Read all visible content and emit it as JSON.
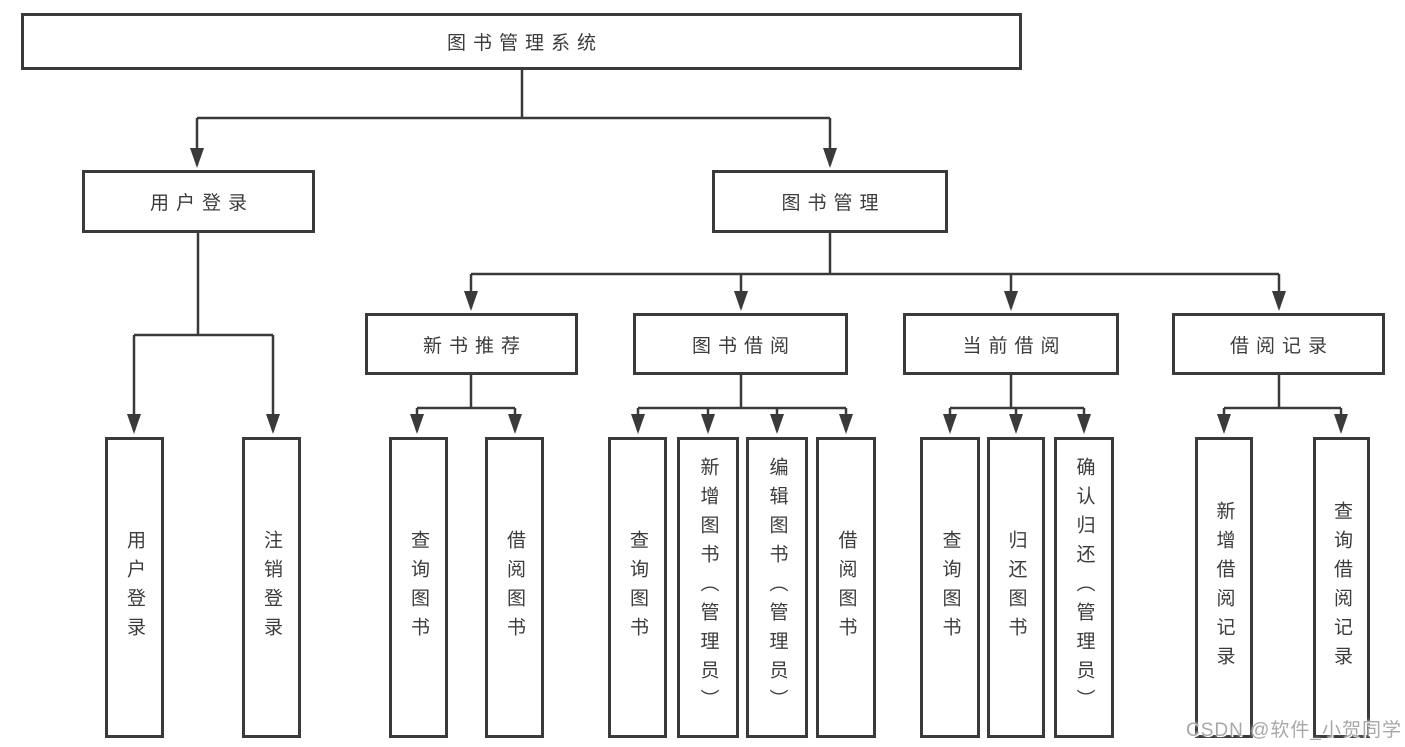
{
  "diagram": {
    "root": {
      "label": "图书管理系统"
    },
    "login_branch": {
      "label": "用户登录",
      "children": [
        {
          "label": "用户登录"
        },
        {
          "label": "注销登录"
        }
      ]
    },
    "mgmt_branch": {
      "label": "图书管理",
      "sections": [
        {
          "label": "新书推荐",
          "children": [
            {
              "label": "查询图书"
            },
            {
              "label": "借阅图书"
            }
          ]
        },
        {
          "label": "图书借阅",
          "children": [
            {
              "label": "查询图书"
            },
            {
              "label": "新增图书（管理员）"
            },
            {
              "label": "编辑图书（管理员）"
            },
            {
              "label": "借阅图书"
            }
          ]
        },
        {
          "label": "当前借阅",
          "children": [
            {
              "label": "查询图书"
            },
            {
              "label": "归还图书"
            },
            {
              "label": "确认归还（管理员）"
            }
          ]
        },
        {
          "label": "借阅记录",
          "children": [
            {
              "label": "新增借阅记录"
            },
            {
              "label": "查询借阅记录"
            }
          ]
        }
      ]
    }
  },
  "watermark": {
    "text": "CSDN @软件_小贺同学"
  },
  "colors": {
    "line": "#3a3a3a",
    "box_border": "#3a3a3a",
    "box_fill": "#ffffff",
    "text": "#3c3c3c",
    "watermark": "#a8a8a8",
    "background": "#ffffff"
  }
}
